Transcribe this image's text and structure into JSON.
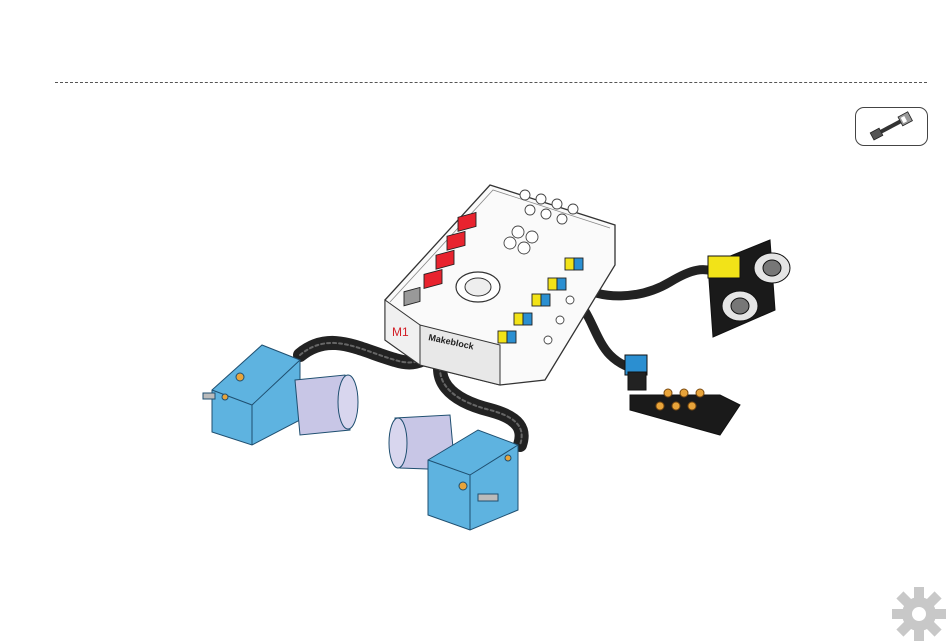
{
  "page": {
    "corner_badge_icon": "rj25-cable-icon",
    "corner_gear_icon": "gear-icon"
  },
  "controller": {
    "brand_label": "Makeblock",
    "port_label": "M1"
  },
  "colors": {
    "motor_blue": "#5eb3e0",
    "port_red": "#e8232e",
    "port_yellow": "#f2e318",
    "port_blue": "#2b8fd1",
    "cable_black": "#222222",
    "led_orange": "#e8a43a",
    "gear_gray": "#c8c8c8"
  },
  "components": [
    {
      "name": "me-auriga-controller"
    },
    {
      "name": "dc-encoder-motor-left"
    },
    {
      "name": "dc-encoder-motor-right"
    },
    {
      "name": "ultrasonic-sensor"
    },
    {
      "name": "rgb-led-module"
    }
  ]
}
